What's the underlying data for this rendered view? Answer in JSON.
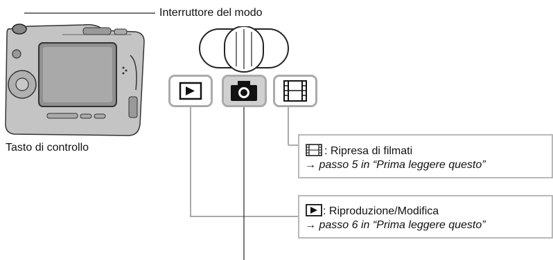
{
  "callouts": {
    "mode_switch": "Interruttore del modo",
    "control_button": "Tasto di controllo"
  },
  "movie_box": {
    "title": ": Ripresa di filmati",
    "ref_arrow": "→",
    "ref": "passo 5 in “Prima leggere questo”"
  },
  "playback_box": {
    "title": ": Riproduzione/Modifica",
    "ref_arrow": "→",
    "ref": "passo 6 in “Prima leggere questo”"
  },
  "mode_icons": [
    "playback-icon",
    "camera-icon",
    "movie-icon"
  ],
  "colors": {
    "leader_line": "#aaaaaa",
    "selected_mode_bg": "#d0d0d0",
    "camera_body": "#b5b5b5"
  }
}
